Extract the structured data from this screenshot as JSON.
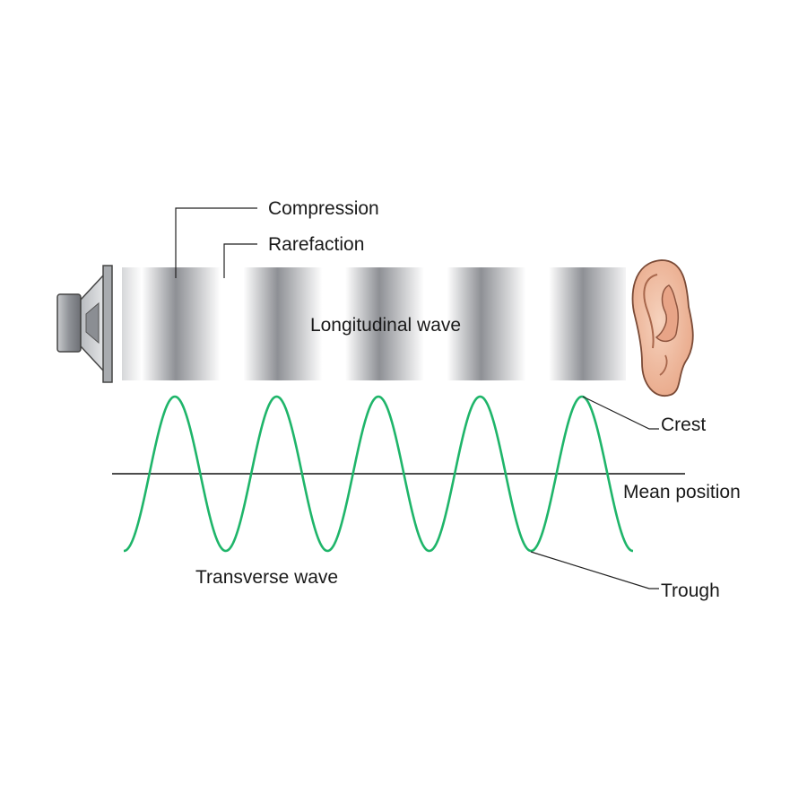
{
  "labels": {
    "compression": "Compression",
    "rarefaction": "Rarefaction",
    "longitudinal_wave": "Longitudinal wave",
    "crest": "Crest",
    "mean_position": "Mean position",
    "transverse_wave": "Transverse wave",
    "trough": "Trough"
  },
  "colors": {
    "wave_green": "#1fb56a",
    "band_dark": "#8e9095",
    "band_light": "#ffffff",
    "speaker_grey": "#9a9da2",
    "ear_skin": "#f2c2a6",
    "ear_outline": "#7a4a36",
    "leader_line": "#222222"
  },
  "icons": [
    "speaker-icon",
    "ear-icon"
  ],
  "transverse_wave": {
    "cycles": 5
  },
  "longitudinal_wave": {
    "compressions": 5
  }
}
